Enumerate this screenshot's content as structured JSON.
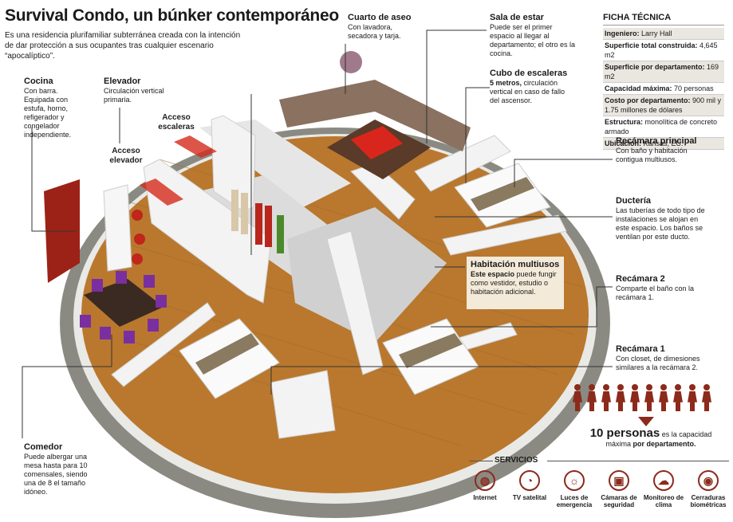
{
  "header": {
    "title": "Survival Condo, un búnker contemporáneo",
    "subtitle": "Es una residencia plurifamiliar subterránea creada con la intención de dar protección a sus ocupantes tras cualquier escenario “apocalíptico”."
  },
  "labels": {
    "cocina": {
      "title": "Cocina",
      "text": "Con barra. Equipada con estufa, horno, refigerador y congelador independiente."
    },
    "elevador": {
      "title": "Elevador",
      "text": "Circulación vertical primaria."
    },
    "acceso_escaleras": "Acceso escaleras",
    "acceso_elevador": "Acceso elevador",
    "cuarto_aseo": {
      "title": "Cuarto de aseo",
      "text": "Con lavadora, secadora y tarja."
    },
    "sala": {
      "title": "Sala de estar",
      "text": "Puede ser el primer espacio al llegar al departamento; el otro es la cocina."
    },
    "cubo": {
      "title": "Cubo de escaleras",
      "bold": "5 metros,",
      "text": "circulación vertical en caso de fallo del ascensor."
    },
    "recamara_principal": {
      "title": "Recámara principal",
      "text": "Con baño y  habitación contigua multiusos."
    },
    "ducteria": {
      "title": "Ductería",
      "text": "Las tuberías de todo tipo de instalaciones se alojan en este espacio. Los baños se ventilan por este ducto."
    },
    "habitacion": {
      "title": "Habitación multiusos",
      "bold": "Este espacio",
      "text": "puede fungir como vestidor, estudio o habitación adicional."
    },
    "recamara2": {
      "title": "Recámara 2",
      "text": "Comparte el baño con la recámara 1."
    },
    "recamara1": {
      "title": "Recámara 1",
      "text": "Con closet, de dimesiones similares a la recámara 2."
    },
    "comedor": {
      "title": "Comedor",
      "text": "Puede albergar una mesa hasta para 10 comensales, siendo una de 8 el tamaño idóneo."
    }
  },
  "ficha": {
    "title": "FICHA TÉCNICA",
    "rows": [
      {
        "k": "Ingeniero:",
        "v": "Larry Hall",
        "shade": true
      },
      {
        "k": "Superficie total construida:",
        "v": "4,645 m2",
        "shade": false
      },
      {
        "k": "Superficie por departamento:",
        "v": "169 m2",
        "shade": true
      },
      {
        "k": "Capacidad máxima:",
        "v": "70 personas",
        "shade": false
      },
      {
        "k": "Costo por departamento:",
        "v": "900 mil y 1.75 millones de dólares",
        "shade": true
      },
      {
        "k": "Estructura:",
        "v": "monolítica de concreto armado",
        "shade": false
      },
      {
        "k": "Ubicación:",
        "v": "Kansas, EU.",
        "shade": true
      }
    ]
  },
  "capacidad": {
    "big": "10 personas",
    "small1": "es la capacidad",
    "small2": "máxima",
    "bold2": "por departamento."
  },
  "people_count": 10,
  "servicios": {
    "title": "SERVICIOS",
    "items": [
      {
        "label": "Internet",
        "icon": "globe-icon",
        "glyph": "◍"
      },
      {
        "label": "TV satelital",
        "icon": "satellite-dish-icon",
        "glyph": "◔"
      },
      {
        "label": "Luces de emergencia",
        "icon": "lightbulb-icon",
        "glyph": "☼"
      },
      {
        "label": "Cámaras de seguridad",
        "icon": "camera-icon",
        "glyph": "▣"
      },
      {
        "label": "Monitoreo de clima",
        "icon": "cloud-icon",
        "glyph": "☁"
      },
      {
        "label": "Cerraduras biométricas",
        "icon": "eye-icon",
        "glyph": "◉"
      }
    ]
  },
  "colors": {
    "accent": "#8c2a1c",
    "floor": "#b9782e",
    "wall": "#f2f2f2",
    "ring": "#8a8a82"
  }
}
